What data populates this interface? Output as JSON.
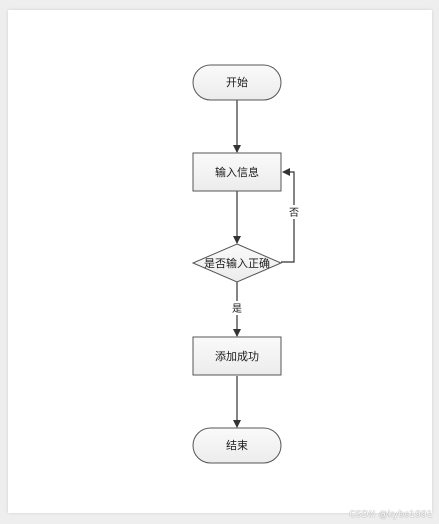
{
  "diagram": {
    "nodes": {
      "start": "开始",
      "input": "输入信息",
      "decision": "是否输入正确",
      "success": "添加成功",
      "end": "结束"
    },
    "edges": {
      "no_label": "否",
      "yes_label": "是"
    }
  },
  "watermark": "CSDN @kybs1991",
  "colors": {
    "node_fill": "#f2f2f2",
    "node_stroke": "#555555",
    "edge": "#333333"
  }
}
